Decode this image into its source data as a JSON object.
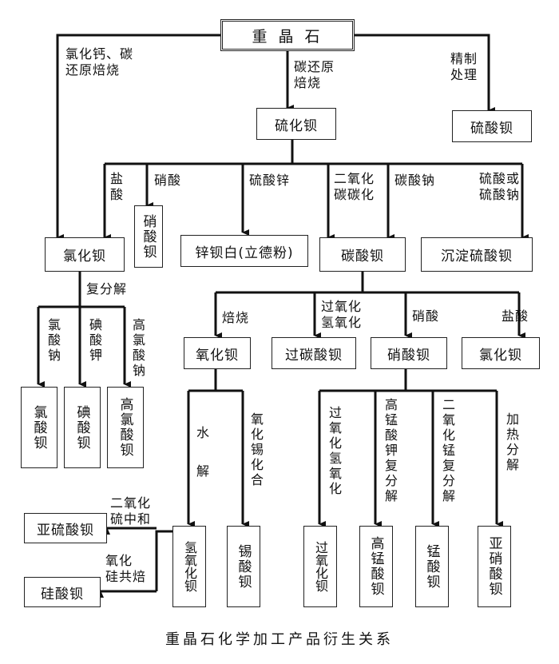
{
  "caption": "重晶石化学加工产品衍生关系",
  "nodes": {
    "barite": "重  晶  石",
    "barium_sulfide": "硫化钡",
    "barium_sulfate_refined": "硫酸钡",
    "barium_chloride": "氯化钡",
    "barium_nitrate_v": "硝酸钡",
    "lithopone": "锌钡白(立德粉)",
    "barium_carbonate": "碳酸钡",
    "precipitated_barium_sulfate": "沉淀硫酸钡",
    "barium_chlorate": "氯酸钡",
    "barium_iodate": "碘酸钡",
    "barium_perchlorate": "高氯酸钡",
    "barium_oxide": "氧化钡",
    "barium_percarbonate": "过碳酸钡",
    "barium_nitrate": "硝酸钡",
    "barium_chloride_2": "氯化钡",
    "barium_sulfite": "亚硫酸钡",
    "barium_silicate": "硅酸钡",
    "barium_hydroxide": "氢氧化钡",
    "barium_stannate": "锡酸钡",
    "barium_peroxide": "过氧化钡",
    "barium_permanganate": "高锰酸钡",
    "barium_manganate": "锰酸钡",
    "barium_nitrite": "亚硝酸钡"
  },
  "edges": {
    "calcium_chloride_carbon": "氯化钙、碳\n还原焙烧",
    "carbon_reduction": "碳还原\n焙烧",
    "refining": "精制\n处理",
    "hcl": "盐\n酸",
    "nitric_acid": "硝酸",
    "zinc_sulfate": "硫酸锌",
    "co2_carbonation": "二氧化\n碳碳化",
    "sodium_carbonate": "碳酸钠",
    "sulfuric_or_sodium_sulfate": "硫酸或\n硫酸钠",
    "double_decomposition": "复分解",
    "sodium_chlorate": "氯酸钠",
    "potassium_iodate": "碘酸钾",
    "sodium_perchlorate": "高氯酸钠",
    "roasting": "焙烧",
    "h2o2": "过氧化\n氢氧化",
    "nitric_acid_2": "硝酸",
    "hcl_2": "盐酸",
    "hydrolysis_1": "水",
    "hydrolysis_2": "解",
    "tin_oxide": "氧化锡化合",
    "so2_neutral": "二氧化\n硫中和",
    "silica_co_roast": "氧化\n硅共焙",
    "peroxide_ox": "过氧化氢氧化",
    "kmno4_decomp": "高锰酸钾复分解",
    "mno2_decomp": "二氧化锰复分解",
    "heat_decomp": "加热分解"
  }
}
